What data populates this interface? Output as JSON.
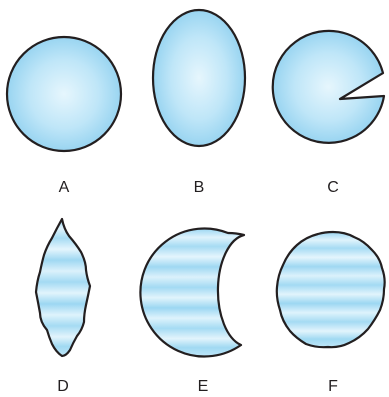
{
  "labels": {
    "a": "A",
    "b": "B",
    "c": "C",
    "d": "D",
    "e": "E",
    "f": "F"
  },
  "colors": {
    "fill_light": "#e6f6fd",
    "fill_mid": "#bfe6f8",
    "fill_dark": "#8fd0ef",
    "stripe_light": "#dff3fc",
    "stripe_dark": "#9ad6f2",
    "outline": "#231f20",
    "label": "#231f20",
    "background": "#ffffff"
  }
}
